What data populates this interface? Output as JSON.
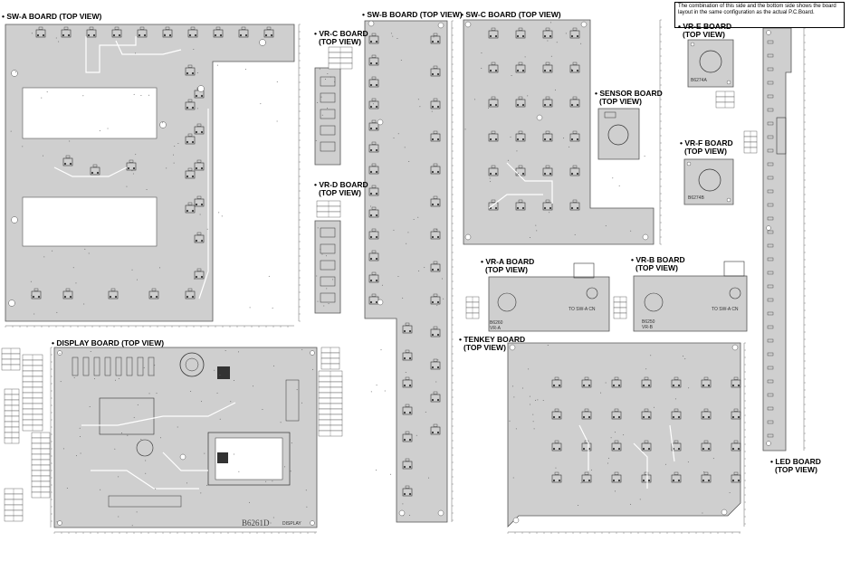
{
  "labels": {
    "sw_a": "• SW-A BOARD (TOP VIEW)",
    "vr_c_1": "• VR-C BOARD",
    "vr_c_2": "(TOP VIEW)",
    "vr_d_1": "• VR-D BOARD",
    "vr_d_2": "(TOP VIEW)",
    "sw_b": "• SW-B BOARD (TOP VIEW)",
    "sw_c": "• SW-C BOARD (TOP VIEW)",
    "sensor_1": "• SENSOR BOARD",
    "sensor_2": "(TOP VIEW)",
    "vr_e_1": "• VR-E BOARD",
    "vr_e_2": "(TOP VIEW)",
    "vr_f_1": "• VR-F BOARD",
    "vr_f_2": "(TOP VIEW)",
    "vr_a_1": "• VR-A BOARD",
    "vr_a_2": "(TOP VIEW)",
    "vr_b_1": "• VR-B BOARD",
    "vr_b_2": "(TOP VIEW)",
    "display": "• DISPLAY BOARD (TOP VIEW)",
    "tenkey_1": "• TENKEY BOARD",
    "tenkey_2": "(TOP VIEW)",
    "led_1": "• LED BOARD",
    "led_2": "(TOP VIEW)"
  },
  "note": "The combination of this side and the bottom side shows the board layout in the same configuration as the actual P.C.Board.",
  "markings": {
    "display_code": "B6261D",
    "display_sub": "DISPLAY",
    "vr_a_code": "B6260",
    "vr_a_sub": "VR-A",
    "vr_b_code": "B6250",
    "vr_b_sub": "VR-B",
    "vr_e_code": "B6274A",
    "vr_f_code": "B6274B",
    "vr_a_to": "TO SW-A CN",
    "vr_b_to": "TO SW-A CN"
  },
  "colors": {
    "board_fill": "#cfcfcf",
    "board_stroke": "#555555",
    "trace": "#ffffff",
    "hole": "#ffffff",
    "component": "#333333"
  }
}
